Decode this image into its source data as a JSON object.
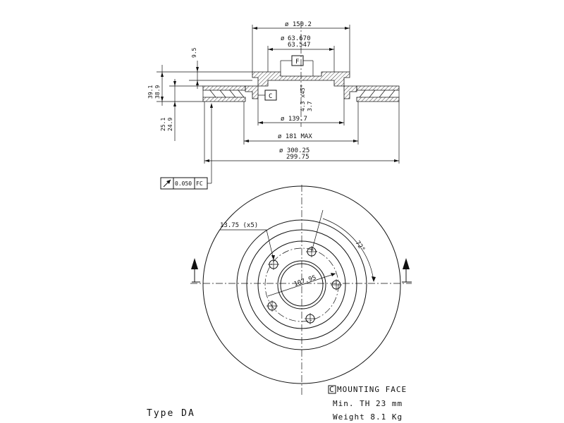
{
  "section_view": {
    "dim_outer_top": "ø 150.2",
    "dim_hub_upper": "63.670",
    "dim_hub_lower": "63.547",
    "dim_hub_prefix": "ø",
    "datum_f": "F",
    "datum_c": "C",
    "dim_hat_height": "9.5",
    "dim_total_upper": "39.1",
    "dim_total_lower": "38.9",
    "dim_flange_upper": "25.1",
    "dim_flange_lower": "24.9",
    "dim_chamfer": "4.3 x45°",
    "dim_chamfer_b": "3.7",
    "dim_bolt_circle": "ø 139.7",
    "dim_max": "ø 181 MAX",
    "dim_disc_upper": "ø 300.25",
    "dim_disc_lower": "299.75",
    "runout_value": "0.050",
    "runout_datum": "FC"
  },
  "front_view": {
    "dim_holes": "13.75 (x5)",
    "dim_angle": "72°",
    "dim_pcd": "107.95"
  },
  "notes": {
    "mounting_face_box": "C",
    "mounting_face": "MOUNTING FACE",
    "min_th": "Min. TH 23 mm",
    "weight": "Weight 8.1 Kg",
    "type": "Type DA"
  }
}
